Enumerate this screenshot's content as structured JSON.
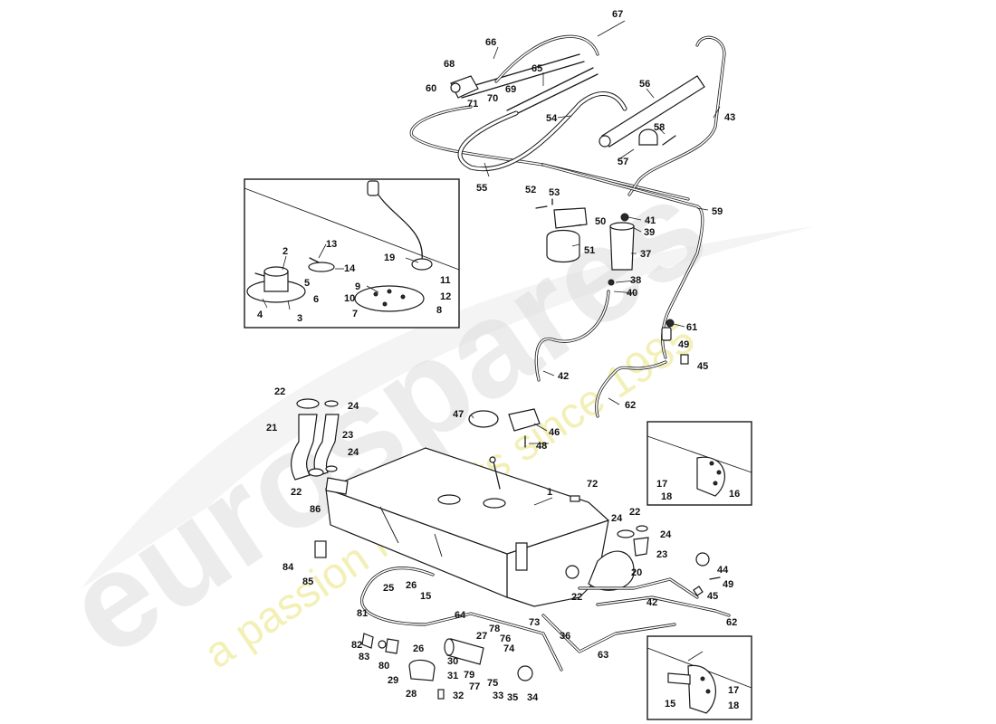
{
  "watermark": {
    "brand": "eurospares",
    "tagline": "a passion for parts since 1985",
    "brand_color": "#d9d9d9",
    "tagline_color": "#f2ef9a"
  },
  "callouts": {
    "c1": "1",
    "c2": "2",
    "c3": "3",
    "c4": "4",
    "c5": "5",
    "c6": "6",
    "c7": "7",
    "c8": "8",
    "c9": "9",
    "c10": "10",
    "c11": "11",
    "c12": "12",
    "c13": "13",
    "c14": "14",
    "c15a": "15",
    "c15b": "15",
    "c16": "16",
    "c17a": "17",
    "c17b": "17",
    "c18a": "18",
    "c18b": "18",
    "c19": "19",
    "c20": "20",
    "c21": "21",
    "c22a": "22",
    "c22b": "22",
    "c22c": "22",
    "c22d": "22",
    "c23a": "23",
    "c23b": "23",
    "c24a": "24",
    "c24b": "24",
    "c24c": "24",
    "c24d": "24",
    "c25": "25",
    "c26a": "26",
    "c26b": "26",
    "c27": "27",
    "c28": "28",
    "c29": "29",
    "c30": "30",
    "c31": "31",
    "c32": "32",
    "c33": "33",
    "c34": "34",
    "c35": "35",
    "c36": "36",
    "c37": "37",
    "c38": "38",
    "c39": "39",
    "c40": "40",
    "c41": "41",
    "c42a": "42",
    "c42b": "42",
    "c43": "43",
    "c44": "44",
    "c45a": "45",
    "c45b": "45",
    "c46": "46",
    "c47": "47",
    "c48": "48",
    "c49a": "49",
    "c49b": "49",
    "c50": "50",
    "c51": "51",
    "c52": "52",
    "c53": "53",
    "c54": "54",
    "c55": "55",
    "c56": "56",
    "c57": "57",
    "c58": "58",
    "c59": "59",
    "c60": "60",
    "c61": "61",
    "c62a": "62",
    "c62b": "62",
    "c63": "63",
    "c64": "64",
    "c65": "65",
    "c66": "66",
    "c67": "67",
    "c68": "68",
    "c69": "69",
    "c70": "70",
    "c71": "71",
    "c72": "72",
    "c73": "73",
    "c74": "74",
    "c75": "75",
    "c76": "76",
    "c77": "77",
    "c78": "78",
    "c79": "79",
    "c80": "80",
    "c81": "81",
    "c82": "82",
    "c83": "83",
    "c84": "84",
    "c85": "85",
    "c86": "86"
  }
}
